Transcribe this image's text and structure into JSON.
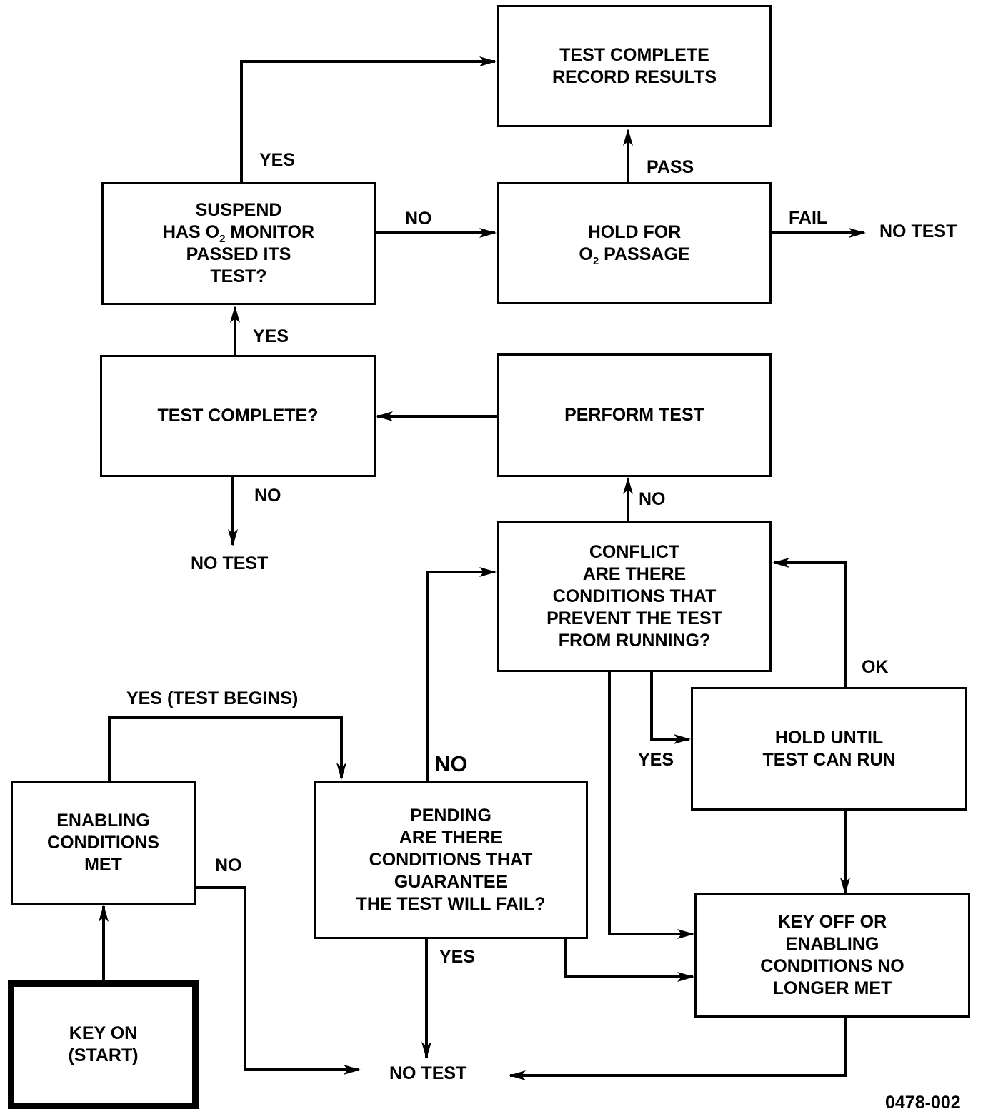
{
  "nodes": {
    "test_complete_record": {
      "lines": [
        "TEST COMPLETE",
        "RECORD RESULTS"
      ]
    },
    "suspend": {
      "lines": [
        "SUSPEND",
        "HAS O|2| MONITOR",
        "PASSED ITS",
        "TEST?"
      ]
    },
    "hold_o2": {
      "lines": [
        "HOLD FOR",
        "O|2| PASSAGE"
      ]
    },
    "test_complete_q": {
      "lines": [
        "TEST COMPLETE?"
      ]
    },
    "perform_test": {
      "lines": [
        "PERFORM TEST"
      ]
    },
    "conflict": {
      "lines": [
        "CONFLICT",
        "ARE THERE",
        "CONDITIONS THAT",
        "PREVENT THE TEST",
        "FROM RUNNING?"
      ]
    },
    "hold_until": {
      "lines": [
        "HOLD UNTIL",
        "TEST CAN RUN"
      ]
    },
    "enabling": {
      "lines": [
        "ENABLING",
        "CONDITIONS",
        "MET"
      ]
    },
    "pending": {
      "lines": [
        "PENDING",
        "ARE THERE",
        "CONDITIONS THAT",
        "GUARANTEE",
        "THE TEST WILL FAIL?"
      ]
    },
    "key_off": {
      "lines": [
        "KEY OFF OR",
        "ENABLING",
        "CONDITIONS NO",
        "LONGER MET"
      ]
    },
    "key_on": {
      "lines": [
        "KEY ON",
        "(START)"
      ]
    }
  },
  "labels": {
    "yes_suspend": "YES",
    "no_suspend": "NO",
    "pass": "PASS",
    "fail": "FAIL",
    "no_test_right": "NO TEST",
    "yes_tc": "YES",
    "no_tc": "NO",
    "no_test_mid": "NO TEST",
    "no_conflict": "NO",
    "ok": "OK",
    "yes_conflict": "YES",
    "yes_test_begins": "YES (TEST BEGINS)",
    "no_pending": "NO",
    "no_enabling": "NO",
    "yes_pending": "YES",
    "no_test_bottom": "NO TEST",
    "figure_id": "0478-002"
  }
}
